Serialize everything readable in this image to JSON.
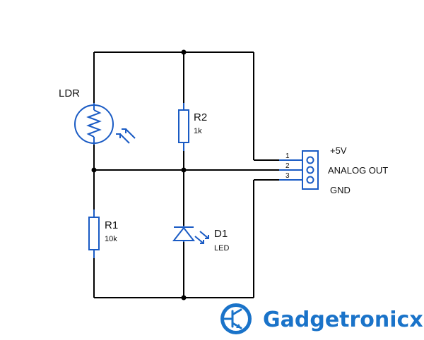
{
  "components": {
    "ldr": {
      "ref": "LDR"
    },
    "r2": {
      "ref": "R2",
      "value": "1k"
    },
    "r1": {
      "ref": "R1",
      "value": "10k"
    },
    "d1": {
      "ref": "D1",
      "value": "LED"
    }
  },
  "connector": {
    "pins": [
      "1",
      "2",
      "3"
    ],
    "labels": [
      "+5V",
      "ANALOG OUT",
      "GND"
    ]
  },
  "colors": {
    "wire": "#000000",
    "component": "#1a5bc4",
    "brand": "#1a73c9"
  },
  "brand": {
    "name": "Gadgetronicx",
    "logo_icon": "transistor-icon"
  }
}
